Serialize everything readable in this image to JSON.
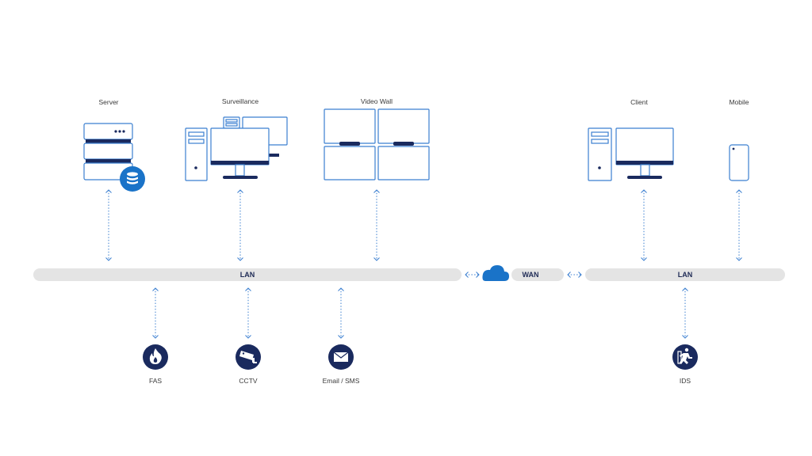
{
  "colors": {
    "outline": "#3b7fd0",
    "navy": "#1a2a5e",
    "lan_bar": "#e4e4e4",
    "cloud": "#1a73c8",
    "text": "#3a3a3a"
  },
  "devices": {
    "server": {
      "label": "Server",
      "icon": "server-rack-database-icon"
    },
    "surveillance": {
      "label": "Surveillance",
      "icon": "workstation-multi-monitor-icon"
    },
    "video_wall": {
      "label": "Video Wall",
      "icon": "video-wall-icon"
    },
    "client": {
      "label": "Client",
      "icon": "desktop-pc-icon"
    },
    "mobile": {
      "label": "Mobile",
      "icon": "smartphone-icon"
    }
  },
  "network": {
    "lan_left": "LAN",
    "wan": "WAN",
    "lan_right": "LAN"
  },
  "endpoints": {
    "fas": {
      "label": "FAS",
      "icon": "fire-icon"
    },
    "cctv": {
      "label": "CCTV",
      "icon": "cctv-camera-icon"
    },
    "email_sms": {
      "label": "Email / SMS",
      "icon": "envelope-icon"
    },
    "ids": {
      "label": "IDS",
      "icon": "intruder-running-icon"
    }
  }
}
